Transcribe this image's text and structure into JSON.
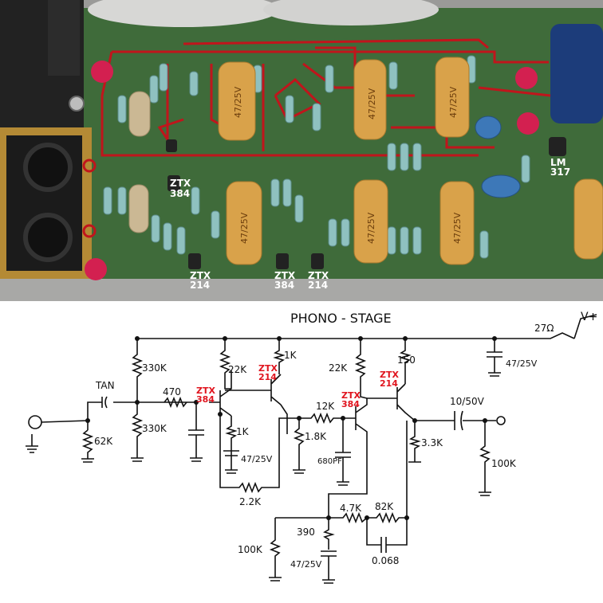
{
  "photo": {
    "labels": {
      "ztx384_left": [
        "ZTX",
        "384"
      ],
      "ztx214_a": [
        "ZTX",
        "214"
      ],
      "ztx384_b": [
        "ZTX",
        "384"
      ],
      "ztx214_b": [
        "ZTX",
        "214"
      ],
      "lm317": [
        "LM",
        "317"
      ]
    },
    "cap_marks": {
      "cap1": "47/25V",
      "cap2": "47/25V",
      "cap3": "47/25V",
      "cap4": "47/25V",
      "cap5": "47/25V",
      "cap6": "47/25V"
    },
    "colors": {
      "board": "#3f6b3a",
      "trace": "#c0151c",
      "cap": "#d9a24a",
      "resistor": "#8fc1c0"
    }
  },
  "schematic": {
    "title": "PHONO - STAGE",
    "vplus": "V+",
    "transistors": {
      "q1": [
        "ZTX",
        "384"
      ],
      "q2": [
        "ZTX",
        "214"
      ],
      "q3": [
        "ZTX",
        "384"
      ],
      "q4": [
        "ZTX",
        "214"
      ]
    },
    "components": {
      "tan": "TAN",
      "r62k": "62K",
      "r330k_top": "330K",
      "r330k_bot": "330K",
      "r470": "470",
      "r22k_a": "22K",
      "r1k_a": "1K",
      "r1k_b": "1K",
      "c47_a": "47/25V",
      "r2_2k": "2.2K",
      "r12k": "12K",
      "r1_8k": "1.8K",
      "c680p": "680PF",
      "r22k_b": "22K",
      "r150": "150",
      "r4_7k": "4.7K",
      "r82k": "82K",
      "c0068": "0.068",
      "r390": "390",
      "r100k_a": "100K",
      "c47_b": "47/25V",
      "r3_3k": "3.3K",
      "c10": "10/50V",
      "r100k_b": "100K",
      "r27": "27Ω",
      "c47_c": "47/25V"
    }
  }
}
